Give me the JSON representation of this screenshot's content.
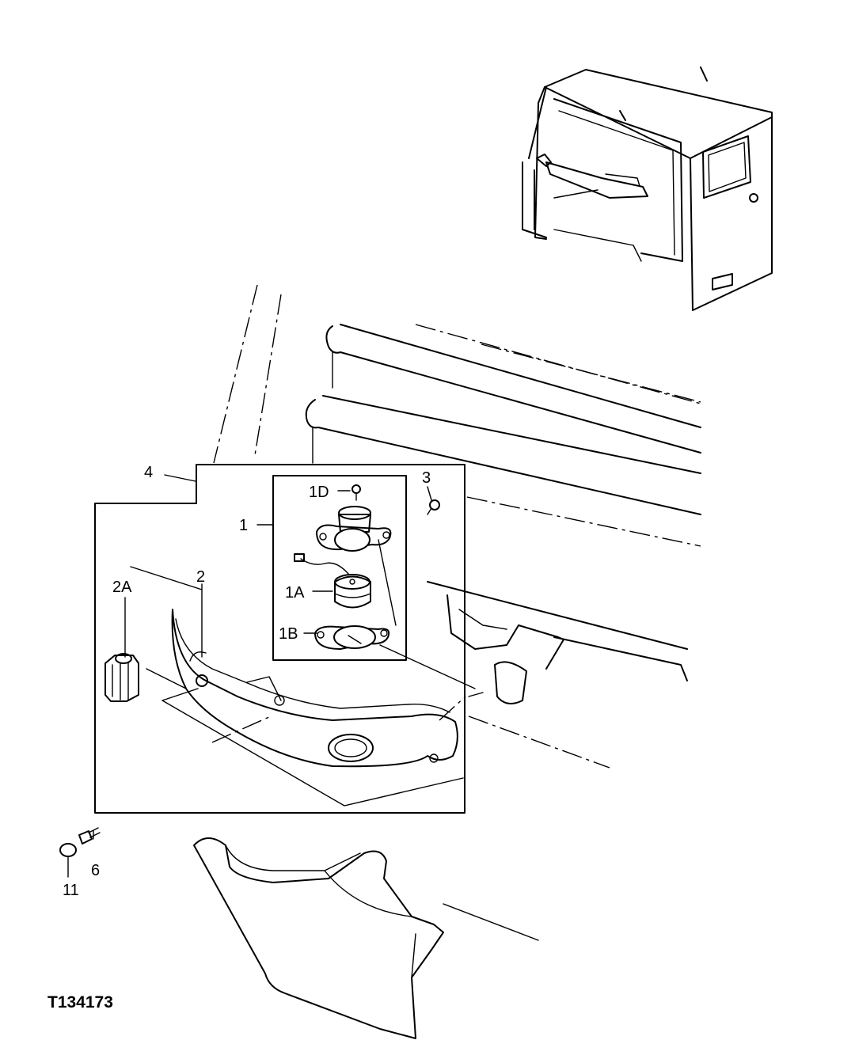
{
  "figure_id": "T134173",
  "callouts": {
    "c4": "4",
    "c1": "1",
    "c1D": "1D",
    "c3": "3",
    "c1A": "1A",
    "c1B": "1B",
    "c2A": "2A",
    "c2": "2",
    "c6": "6",
    "c11": "11"
  }
}
